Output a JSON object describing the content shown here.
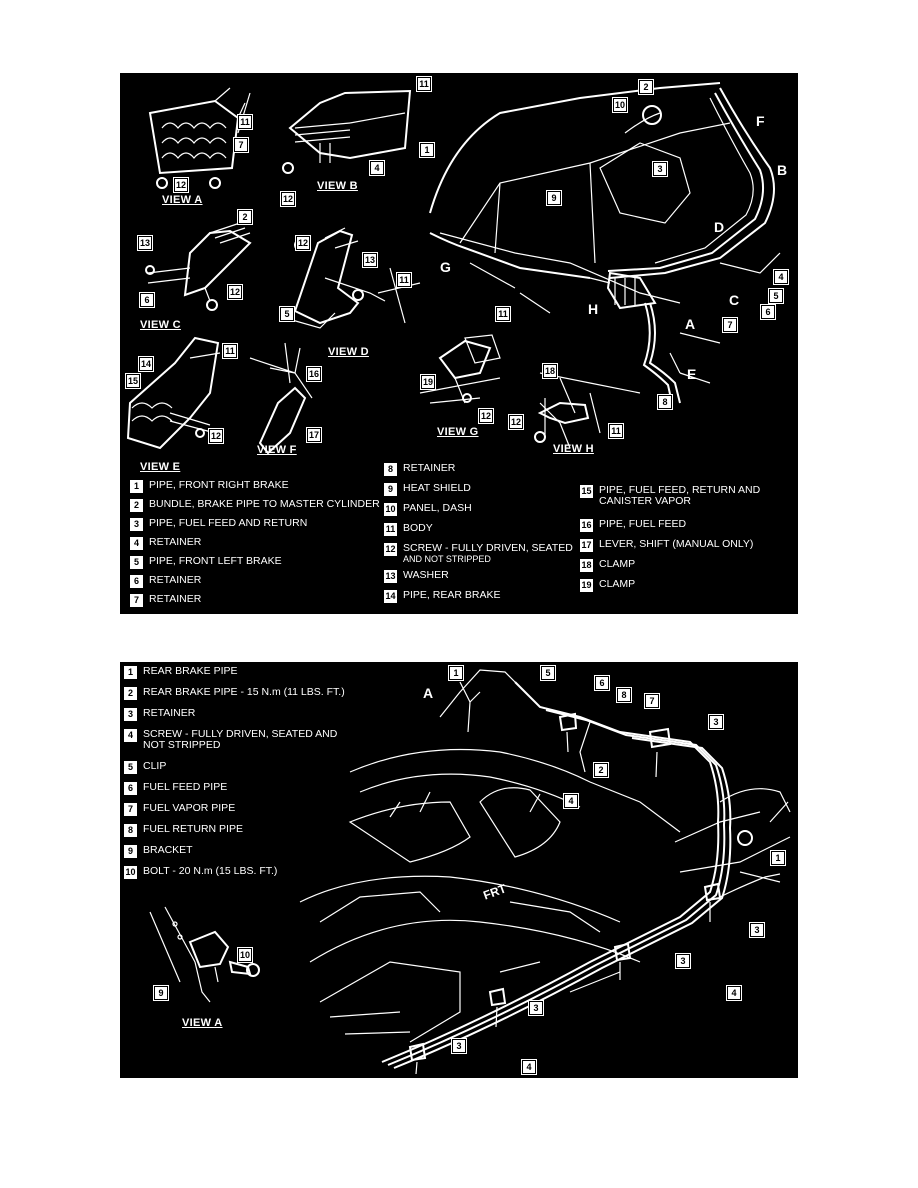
{
  "top": {
    "views": {
      "a": "VIEW A",
      "b": "VIEW B",
      "c": "VIEW C",
      "d": "VIEW D",
      "e": "VIEW E",
      "f": "VIEW F",
      "g": "VIEW G",
      "h": "VIEW H"
    },
    "letters": {
      "f": "F",
      "b": "B",
      "g": "G",
      "h": "H",
      "a": "A",
      "c": "C",
      "d": "D",
      "e": "E"
    },
    "legend_left": [
      {
        "num": "1",
        "text": "PIPE, FRONT RIGHT BRAKE"
      },
      {
        "num": "2",
        "text": "BUNDLE, BRAKE PIPE TO MASTER CYLINDER"
      },
      {
        "num": "3",
        "text": "PIPE, FUEL FEED AND RETURN"
      },
      {
        "num": "4",
        "text": "RETAINER"
      },
      {
        "num": "5",
        "text": "PIPE, FRONT LEFT BRAKE"
      },
      {
        "num": "6",
        "text": "RETAINER"
      },
      {
        "num": "7",
        "text": "RETAINER"
      }
    ],
    "legend_mid": [
      {
        "num": "8",
        "text": "RETAINER"
      },
      {
        "num": "9",
        "text": "HEAT SHIELD"
      },
      {
        "num": "10",
        "text": "PANEL, DASH"
      },
      {
        "num": "11",
        "text": "BODY"
      },
      {
        "num": "12",
        "text": "SCREW - FULLY DRIVEN, SEATED",
        "text2": "AND NOT STRIPPED"
      },
      {
        "num": "13",
        "text": "WASHER"
      },
      {
        "num": "14",
        "text": "PIPE, REAR BRAKE"
      }
    ],
    "legend_right": [
      {
        "num": "15",
        "text": "PIPE, FUEL FEED, RETURN AND",
        "text2": "CANISTER VAPOR"
      },
      {
        "num": "16",
        "text": "PIPE, FUEL FEED"
      },
      {
        "num": "17",
        "text": "LEVER, SHIFT (MANUAL ONLY)"
      },
      {
        "num": "18",
        "text": "CLAMP"
      },
      {
        "num": "19",
        "text": "CLAMP"
      }
    ]
  },
  "bottom": {
    "legend": [
      {
        "num": "1",
        "text": "REAR BRAKE PIPE"
      },
      {
        "num": "2",
        "text": "REAR BRAKE PIPE - 15 N.m (11 LBS. FT.)"
      },
      {
        "num": "3",
        "text": "RETAINER"
      },
      {
        "num": "4",
        "text": "SCREW - FULLY DRIVEN, SEATED AND",
        "text2": "NOT STRIPPED"
      },
      {
        "num": "5",
        "text": "CLIP"
      },
      {
        "num": "6",
        "text": "FUEL FEED PIPE"
      },
      {
        "num": "7",
        "text": "FUEL VAPOR PIPE"
      },
      {
        "num": "8",
        "text": "FUEL RETURN PIPE"
      },
      {
        "num": "9",
        "text": "BRACKET"
      },
      {
        "num": "10",
        "text": "BOLT - 20 N.m (15 LBS. FT.)"
      }
    ],
    "view_a": "VIEW A",
    "letter_a": "A",
    "frt": "FRT"
  },
  "callouts": {
    "n1": "1",
    "n2": "2",
    "n3": "3",
    "n4": "4",
    "n5": "5",
    "n6": "6",
    "n7": "7",
    "n8": "8",
    "n9": "9",
    "n10": "10",
    "n11": "11",
    "n12": "12",
    "n13": "13",
    "n14": "14",
    "n15": "15",
    "n16": "16",
    "n17": "17",
    "n18": "18",
    "n19": "19"
  }
}
